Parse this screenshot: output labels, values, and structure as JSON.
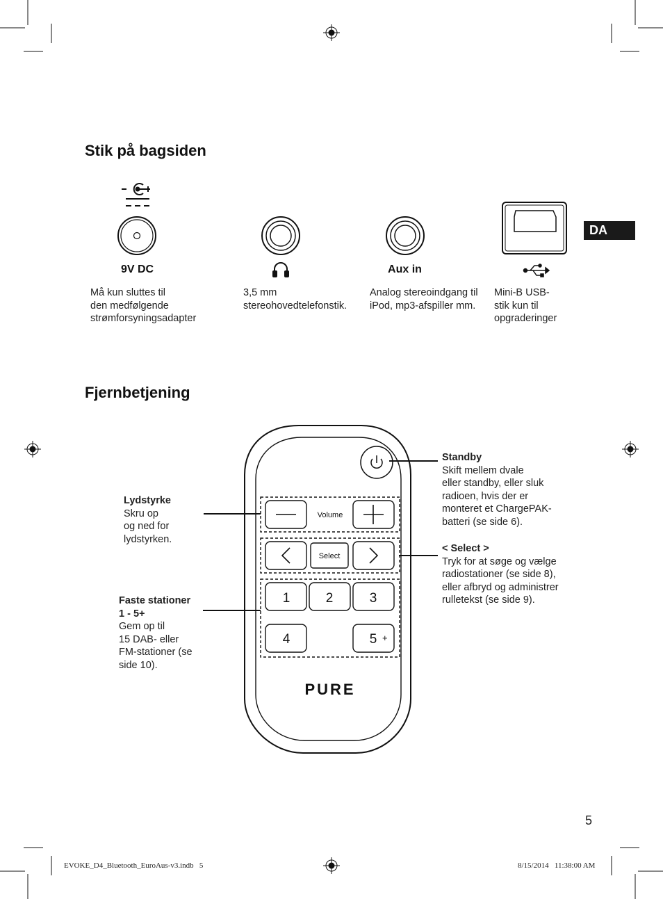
{
  "connectors": {
    "title": "Stik på bagsiden",
    "items": [
      {
        "label": "9V DC",
        "desc": [
          "Må kun sluttes til",
          "den medfølgende",
          "strømforsyningsadapter"
        ]
      },
      {
        "label": "",
        "desc": [
          "3,5 mm",
          "stereohovedtelefonstik."
        ]
      },
      {
        "label": "Aux in",
        "desc": [
          "Analog stereoindgang til",
          "iPod, mp3-afspiller mm."
        ]
      },
      {
        "label": "",
        "desc": [
          "Mini-B USB-",
          "stik kun til",
          "opgraderinger"
        ]
      }
    ],
    "icons": [
      "dc-polarity-icon",
      "headphones-icon",
      "usb-icon"
    ]
  },
  "language_tab": "DA",
  "remote": {
    "title": "Fjernbetjening",
    "volume_label": "Volume",
    "select_label": "Select",
    "presets": [
      "1",
      "2",
      "3",
      "4",
      "5"
    ],
    "preset_plus": "+",
    "brand": "PURE",
    "callouts": {
      "volume": {
        "title": "Lydstyrke",
        "lines": [
          "Skru op",
          "og ned for",
          "lydstyrken."
        ]
      },
      "presets": {
        "title": [
          "Faste stationer",
          "1 - 5+"
        ],
        "lines": [
          "Gem op til",
          "15 DAB- eller",
          "FM-stationer (se",
          "side 10)."
        ]
      },
      "standby": {
        "title": "Standby",
        "lines": [
          "Skift mellem dvale",
          "eller standby, eller sluk",
          "radioen, hvis der er",
          "monteret et ChargePAK-",
          "batteri (se side 6)."
        ]
      },
      "select": {
        "title": "< Select >",
        "lines": [
          "Tryk for at søge og vælge",
          "radiostationer (se side 8),",
          "eller afbryd og administrer",
          "rulletekst (se side 9)."
        ]
      }
    }
  },
  "page_number": "5",
  "footer": {
    "file": "EVOKE_D4_Bluetooth_EuroAus-v3.indb   5",
    "timestamp": "8/15/2014   11:38:00 AM"
  }
}
